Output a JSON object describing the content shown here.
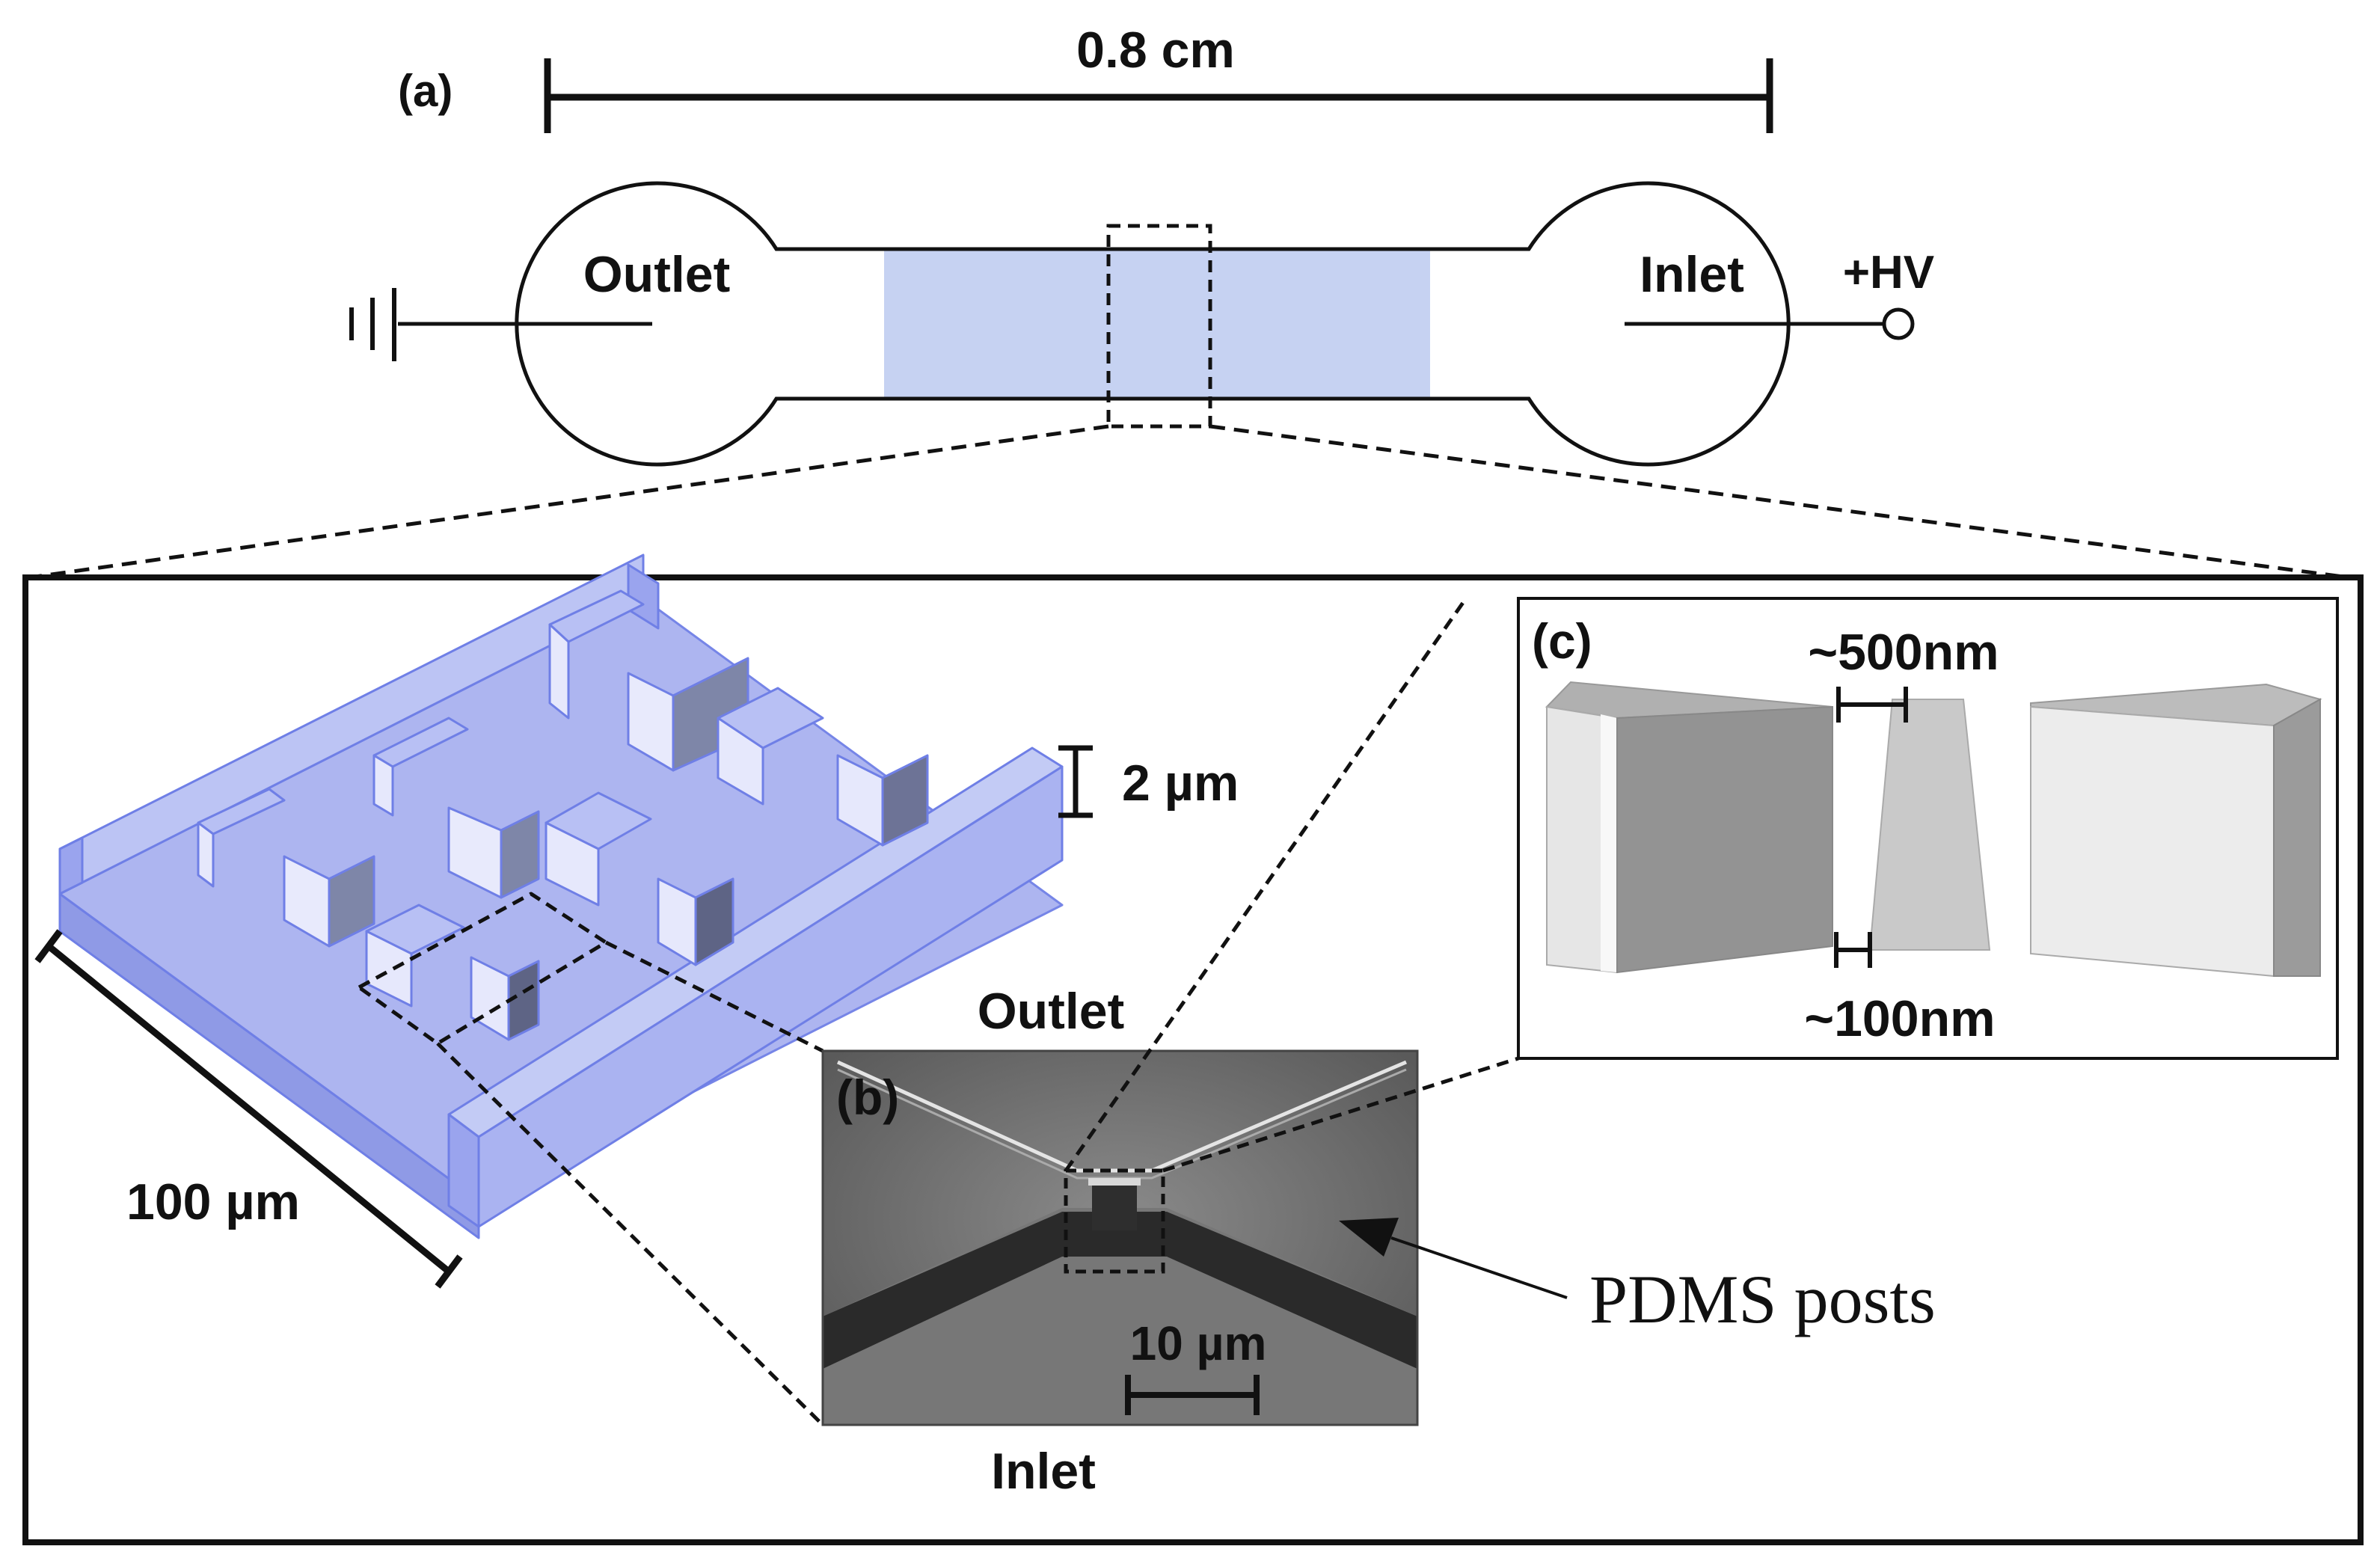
{
  "panel_a": {
    "label": "(a)",
    "scale_label": "0.8 cm",
    "outlet_label": "Outlet",
    "inlet_label": "Inlet",
    "voltage_label": "+HV"
  },
  "panel_3d": {
    "height_label": "2 µm",
    "length_label": "100 µm"
  },
  "panel_b": {
    "label": "(b)",
    "outlet_label": "Outlet",
    "inlet_label": "Inlet",
    "scale_label": "10 µm",
    "posts_label": "PDMS posts"
  },
  "panel_c": {
    "label": "(c)",
    "top_gap_label": "~500nm",
    "bottom_gap_label": "~100nm"
  },
  "colors": {
    "channel_fill": "#c6d2f2",
    "chip_fill": "#a8b0f0",
    "chip_edge": "#6f7fe6",
    "sem_bg": "#6d6d6d"
  }
}
